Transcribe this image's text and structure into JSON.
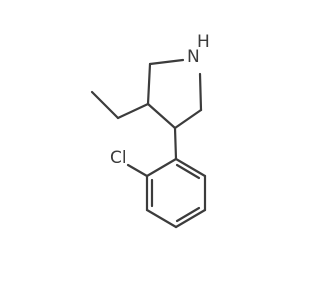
{
  "molecule": {
    "atoms": {
      "nitrogen": "N",
      "hydrogen": "H",
      "chlorine": "Cl"
    },
    "colors": {
      "bond": "#3c3c3c",
      "label": "#3c3c3c",
      "background": "#ffffff"
    }
  }
}
